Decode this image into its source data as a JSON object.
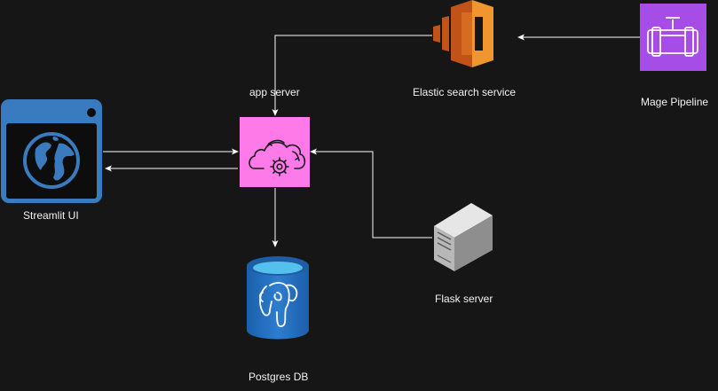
{
  "diagram": {
    "nodes": {
      "app_server": {
        "label": "app server",
        "icon": "cloud-gear-icon",
        "color": "#ff7ae9"
      },
      "elastic": {
        "label": "Elastic search service",
        "icon": "aws-ec2-instance-icon",
        "color": "#e3771f"
      },
      "mage": {
        "label": "Mage Pipeline",
        "icon": "pipeline-icon",
        "color": "#a64de8"
      },
      "streamlit": {
        "label": "Streamlit UI",
        "icon": "browser-globe-icon",
        "color": "#3a7bc0"
      },
      "flask": {
        "label": "Flask server",
        "icon": "server-tower-icon",
        "color": "#9a9a9a"
      },
      "postgres": {
        "label": "Postgres DB",
        "icon": "postgres-database-icon",
        "color": "#1f69b8"
      }
    },
    "edges": [
      {
        "from": "mage",
        "to": "elastic"
      },
      {
        "from": "elastic",
        "to": "app_server"
      },
      {
        "from": "flask",
        "to": "app_server"
      },
      {
        "from": "app_server",
        "to": "postgres"
      },
      {
        "from": "streamlit",
        "to": "app_server"
      },
      {
        "from": "app_server",
        "to": "streamlit"
      }
    ],
    "line_color": "#ffffff"
  }
}
